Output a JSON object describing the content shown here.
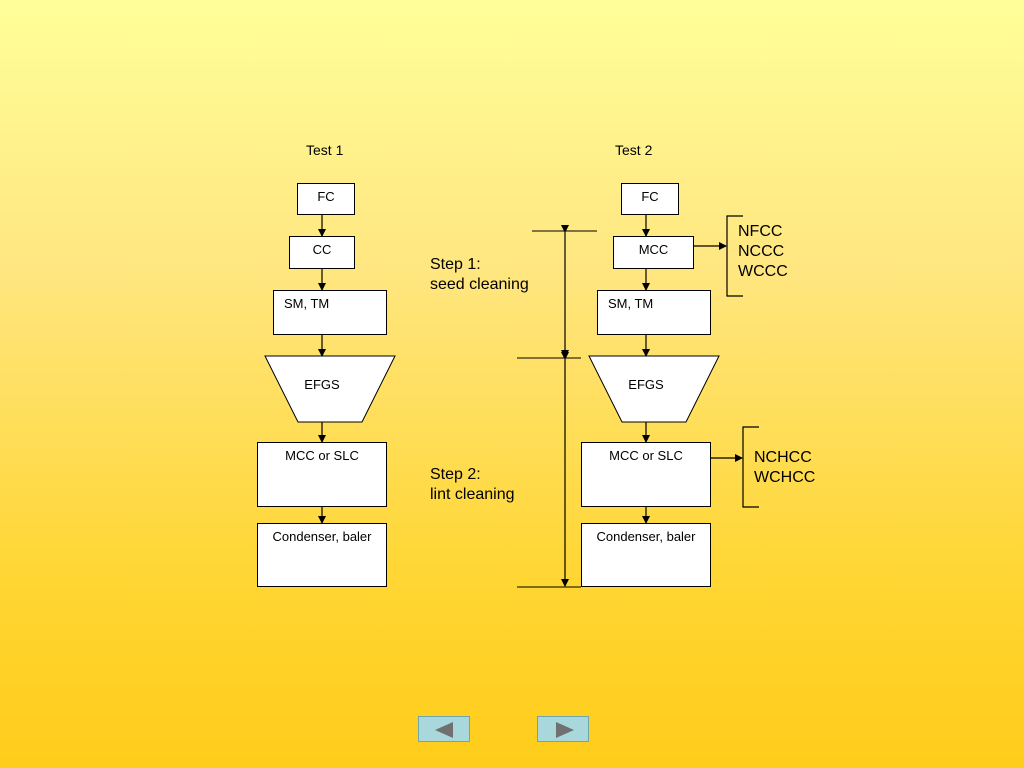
{
  "test1": {
    "title": "Test 1",
    "boxes": {
      "fc": "FC",
      "cc": "CC",
      "smtm": "SM, TM",
      "efgs": "EFGS",
      "mcc_slc": "MCC or SLC",
      "condenser": "Condenser, baler"
    }
  },
  "test2": {
    "title": "Test 2",
    "boxes": {
      "fc": "FC",
      "mcc": "MCC",
      "smtm": "SM, TM",
      "efgs": "EFGS",
      "mcc_slc": "MCC or SLC",
      "condenser": "Condenser, baler"
    }
  },
  "steps": {
    "step1": {
      "line1": "Step 1:",
      "line2": "seed cleaning"
    },
    "step2": {
      "line1": "Step 2:",
      "line2": "lint cleaning"
    }
  },
  "outputs": {
    "seed": [
      "NFCC",
      "NCCC",
      "WCCC"
    ],
    "lint": [
      "NCHCC",
      "WCHCC"
    ]
  },
  "nav": {
    "prev_icon": "triangle-left-icon",
    "next_icon": "triangle-right-icon",
    "button_color": "#A8D8DC",
    "icon_color": "#707070"
  }
}
